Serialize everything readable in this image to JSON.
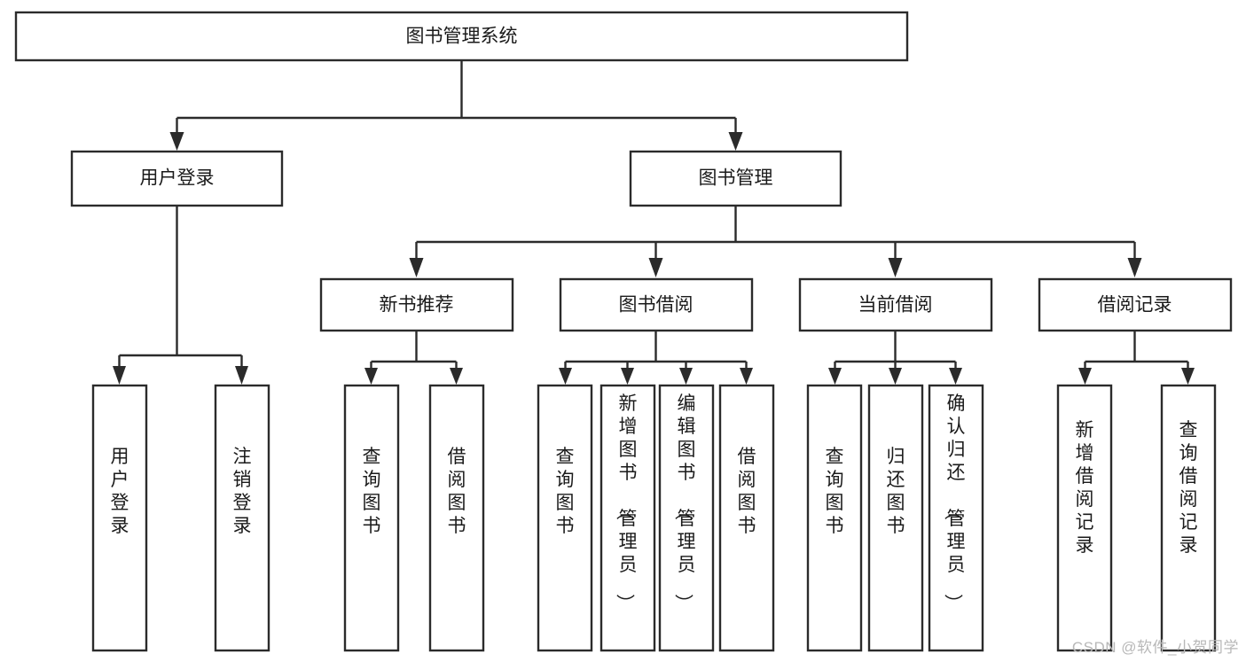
{
  "diagram": {
    "type": "tree-hierarchy",
    "title": "图书管理系统",
    "watermark": "CSDN @软件_小贺同学",
    "colors": {
      "stroke": "#2b2b2b",
      "fill": "#ffffff",
      "text": "#1a1a1a",
      "watermark": "#b8b8b8",
      "background": "#ffffff"
    },
    "levels": {
      "root": {
        "label": "图书管理系统",
        "orientation": "horizontal"
      },
      "level2": [
        {
          "label": "用户登录",
          "orientation": "horizontal"
        },
        {
          "label": "图书管理",
          "orientation": "horizontal"
        }
      ],
      "level3": [
        {
          "label": "新书推荐",
          "orientation": "horizontal",
          "parent": "图书管理"
        },
        {
          "label": "图书借阅",
          "orientation": "horizontal",
          "parent": "图书管理"
        },
        {
          "label": "当前借阅",
          "orientation": "horizontal",
          "parent": "图书管理"
        },
        {
          "label": "借阅记录",
          "orientation": "horizontal",
          "parent": "图书管理"
        }
      ],
      "leaves": [
        {
          "label": "用户登录",
          "orientation": "vertical",
          "parent": "用户登录"
        },
        {
          "label": "注销登录",
          "orientation": "vertical",
          "parent": "用户登录"
        },
        {
          "label": "查询图书",
          "orientation": "vertical",
          "parent": "新书推荐"
        },
        {
          "label": "借阅图书",
          "orientation": "vertical",
          "parent": "新书推荐"
        },
        {
          "label": "查询图书",
          "orientation": "vertical",
          "parent": "图书借阅"
        },
        {
          "label": "新增图书（管理员）",
          "orientation": "vertical",
          "parent": "图书借阅"
        },
        {
          "label": "编辑图书（管理员）",
          "orientation": "vertical",
          "parent": "图书借阅"
        },
        {
          "label": "借阅图书",
          "orientation": "vertical",
          "parent": "图书借阅"
        },
        {
          "label": "查询图书",
          "orientation": "vertical",
          "parent": "当前借阅"
        },
        {
          "label": "归还图书",
          "orientation": "vertical",
          "parent": "当前借阅"
        },
        {
          "label": "确认归还（管理员）",
          "orientation": "vertical",
          "parent": "当前借阅"
        },
        {
          "label": "新增借阅记录",
          "orientation": "vertical",
          "parent": "借阅记录"
        },
        {
          "label": "查询借阅记录",
          "orientation": "vertical",
          "parent": "借阅记录"
        }
      ]
    }
  }
}
